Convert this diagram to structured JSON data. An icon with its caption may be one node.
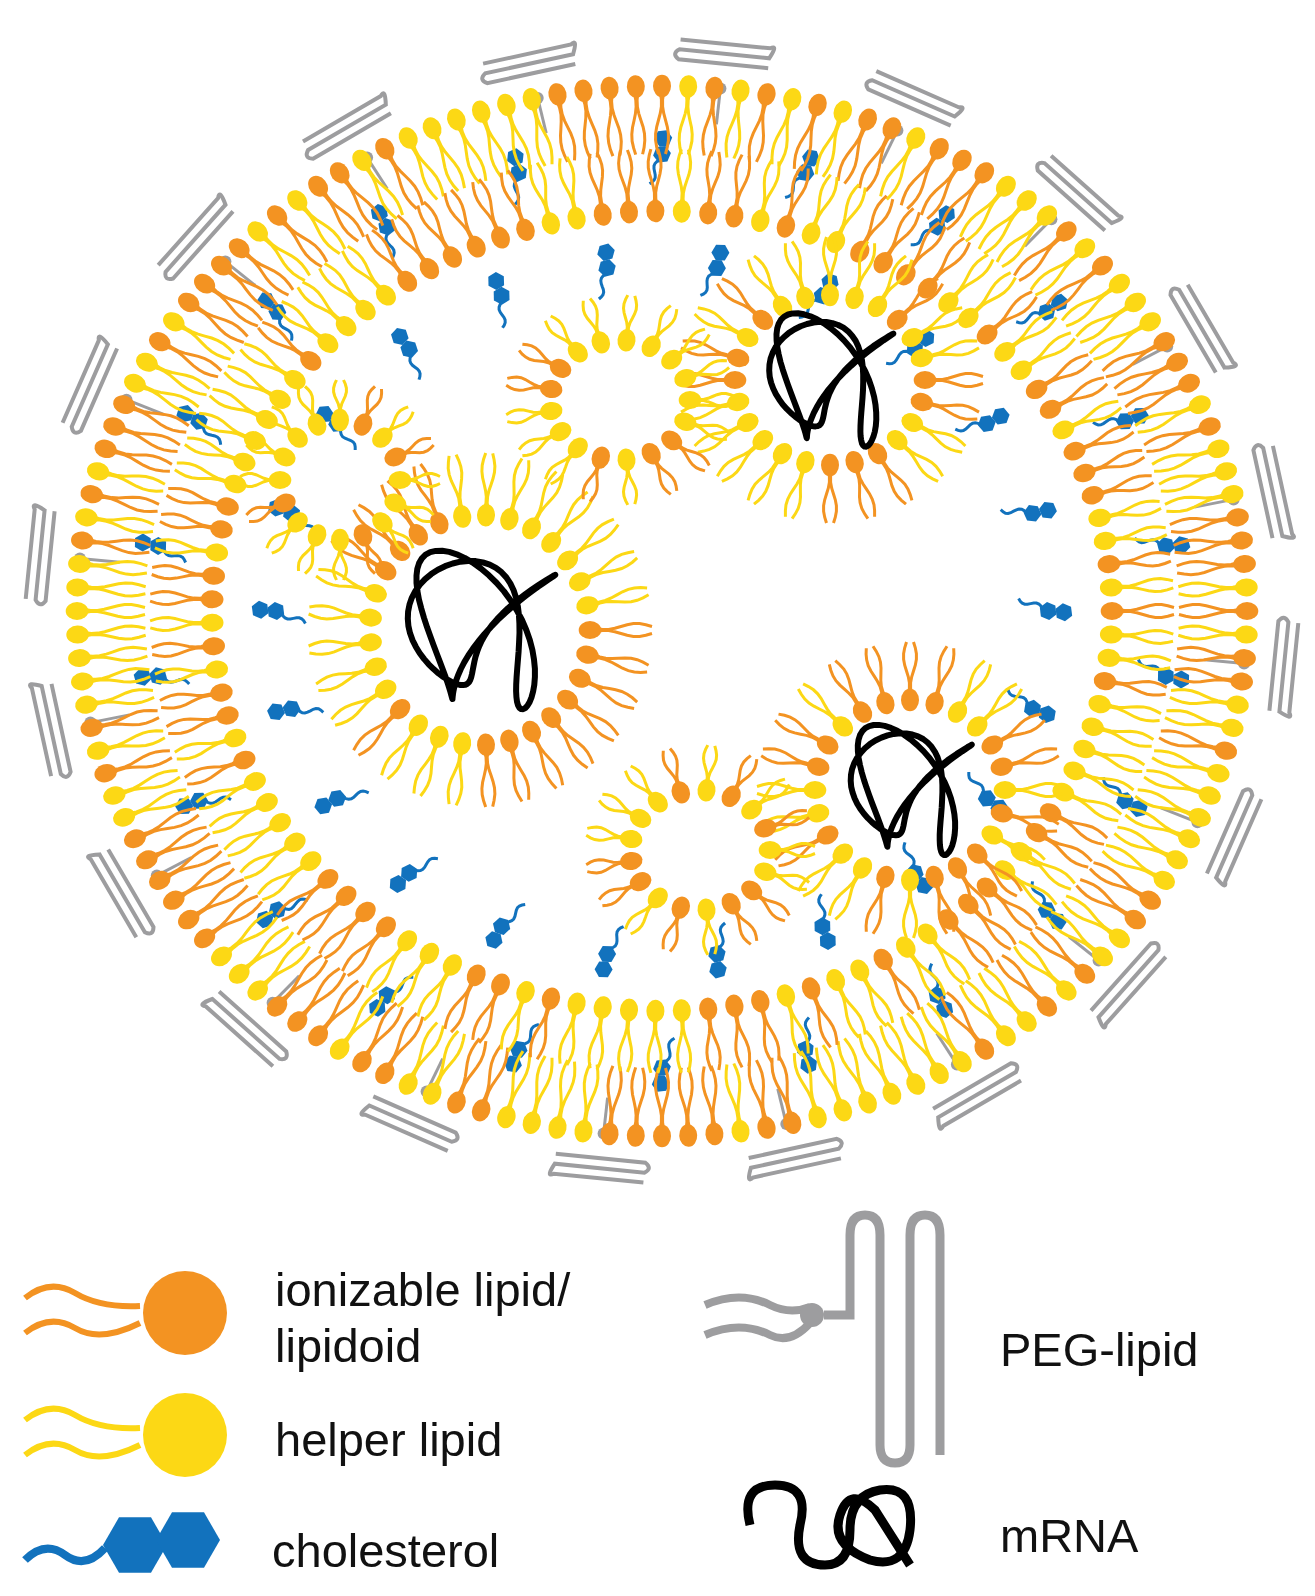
{
  "diagram": {
    "legend": [
      {
        "text": "ionizable lipid/ lipidoid"
      },
      {
        "text": "helper lipid"
      },
      {
        "text": "cholesterol"
      },
      {
        "text": "PEG-lipid"
      },
      {
        "text": "mRNA"
      }
    ]
  }
}
